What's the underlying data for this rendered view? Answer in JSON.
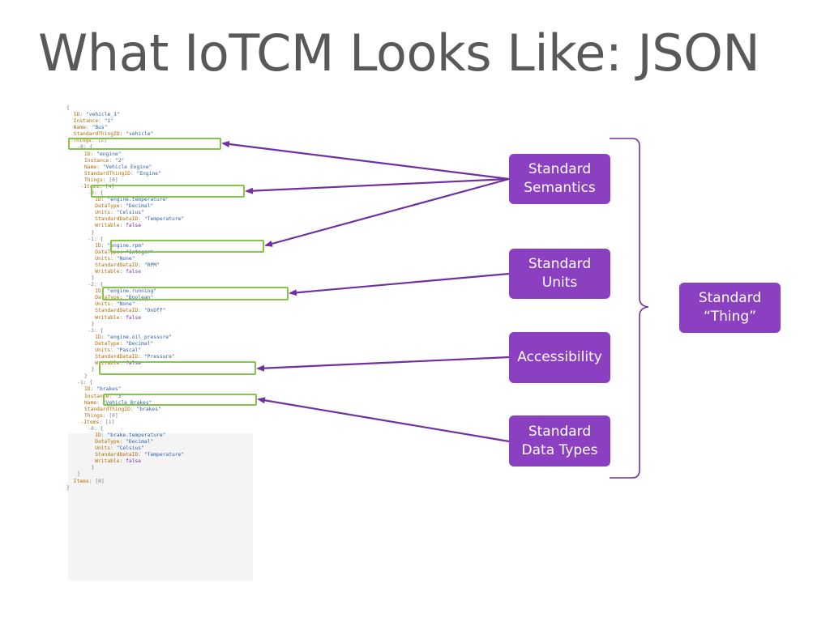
{
  "slide": {
    "title": "What IoTCM Looks Like: JSON"
  },
  "code_lines": [
    {
      "indent": 0,
      "parts": [
        {
          "t": "{",
          "c": "p"
        }
      ]
    },
    {
      "indent": 2,
      "parts": [
        {
          "t": "ID",
          "c": "k"
        },
        {
          "t": ": ",
          "c": "p"
        },
        {
          "t": "\"vehicle_1\"",
          "c": "s"
        }
      ]
    },
    {
      "indent": 2,
      "parts": [
        {
          "t": "Instance",
          "c": "k"
        },
        {
          "t": ": ",
          "c": "p"
        },
        {
          "t": "\"1\"",
          "c": "s"
        }
      ]
    },
    {
      "indent": 2,
      "parts": [
        {
          "t": "Name",
          "c": "k"
        },
        {
          "t": ": ",
          "c": "p"
        },
        {
          "t": "\"Bus\"",
          "c": "s"
        }
      ]
    },
    {
      "indent": 2,
      "parts": [
        {
          "t": "StandardThingID",
          "c": "k"
        },
        {
          "t": ": ",
          "c": "p"
        },
        {
          "t": "\"vehicle\"",
          "c": "s"
        }
      ]
    },
    {
      "indent": 1,
      "parts": [
        {
          "t": "-Things",
          "c": "k"
        },
        {
          "t": ": [2]",
          "c": "p"
        }
      ]
    },
    {
      "indent": 3,
      "parts": [
        {
          "t": "-0: {",
          "c": "p"
        }
      ]
    },
    {
      "indent": 5,
      "parts": [
        {
          "t": "ID",
          "c": "k"
        },
        {
          "t": ": ",
          "c": "p"
        },
        {
          "t": "\"engine\"",
          "c": "s"
        }
      ]
    },
    {
      "indent": 5,
      "parts": [
        {
          "t": "Instance",
          "c": "k"
        },
        {
          "t": ": ",
          "c": "p"
        },
        {
          "t": "\"2\"",
          "c": "s"
        }
      ]
    },
    {
      "indent": 5,
      "parts": [
        {
          "t": "Name",
          "c": "k"
        },
        {
          "t": ": ",
          "c": "p"
        },
        {
          "t": "\"Vehicle Engine\"",
          "c": "s"
        }
      ]
    },
    {
      "indent": 5,
      "parts": [
        {
          "t": "StandardThingID",
          "c": "k"
        },
        {
          "t": ": ",
          "c": "p"
        },
        {
          "t": "\"Engine\"",
          "c": "s"
        }
      ]
    },
    {
      "indent": 5,
      "parts": [
        {
          "t": "Things",
          "c": "k"
        },
        {
          "t": ": [0]",
          "c": "p"
        }
      ]
    },
    {
      "indent": 4,
      "parts": [
        {
          "t": "-Items",
          "c": "k"
        },
        {
          "t": ": [4]",
          "c": "p"
        }
      ]
    },
    {
      "indent": 6,
      "parts": [
        {
          "t": "-0: {",
          "c": "p"
        }
      ]
    },
    {
      "indent": 8,
      "parts": [
        {
          "t": "ID",
          "c": "k"
        },
        {
          "t": ": ",
          "c": "p"
        },
        {
          "t": "\"engine.temperature\"",
          "c": "s"
        }
      ]
    },
    {
      "indent": 8,
      "parts": [
        {
          "t": "DataType",
          "c": "k"
        },
        {
          "t": ": ",
          "c": "p"
        },
        {
          "t": "\"Decimal\"",
          "c": "s"
        }
      ]
    },
    {
      "indent": 8,
      "parts": [
        {
          "t": "Units",
          "c": "k"
        },
        {
          "t": ": ",
          "c": "p"
        },
        {
          "t": "\"Celsius\"",
          "c": "s"
        }
      ]
    },
    {
      "indent": 8,
      "parts": [
        {
          "t": "StandardDataID",
          "c": "k"
        },
        {
          "t": ": ",
          "c": "p"
        },
        {
          "t": "\"Temperature\"",
          "c": "s"
        }
      ]
    },
    {
      "indent": 8,
      "parts": [
        {
          "t": "Writable",
          "c": "k"
        },
        {
          "t": ": ",
          "c": "p"
        },
        {
          "t": "false",
          "c": "b"
        }
      ]
    },
    {
      "indent": 7,
      "parts": [
        {
          "t": "}",
          "c": "p"
        }
      ]
    },
    {
      "indent": 6,
      "parts": [
        {
          "t": "-1: {",
          "c": "p"
        }
      ]
    },
    {
      "indent": 8,
      "parts": [
        {
          "t": "ID",
          "c": "k"
        },
        {
          "t": ": ",
          "c": "p"
        },
        {
          "t": "\"engine.rpm\"",
          "c": "s"
        }
      ]
    },
    {
      "indent": 8,
      "parts": [
        {
          "t": "DataType",
          "c": "k"
        },
        {
          "t": ": ",
          "c": "p"
        },
        {
          "t": "\"Integer\"",
          "c": "s"
        }
      ]
    },
    {
      "indent": 8,
      "parts": [
        {
          "t": "Units",
          "c": "k"
        },
        {
          "t": ": ",
          "c": "p"
        },
        {
          "t": "\"None\"",
          "c": "s"
        }
      ]
    },
    {
      "indent": 8,
      "parts": [
        {
          "t": "StandardDataID",
          "c": "k"
        },
        {
          "t": ": ",
          "c": "p"
        },
        {
          "t": "\"RPM\"",
          "c": "s"
        }
      ]
    },
    {
      "indent": 8,
      "parts": [
        {
          "t": "Writable",
          "c": "k"
        },
        {
          "t": ": ",
          "c": "p"
        },
        {
          "t": "false",
          "c": "b"
        }
      ]
    },
    {
      "indent": 7,
      "parts": [
        {
          "t": "}",
          "c": "p"
        }
      ]
    },
    {
      "indent": 6,
      "parts": [
        {
          "t": "-2: {",
          "c": "p"
        }
      ]
    },
    {
      "indent": 8,
      "parts": [
        {
          "t": "ID",
          "c": "k"
        },
        {
          "t": ": ",
          "c": "p"
        },
        {
          "t": "\"engine.running\"",
          "c": "s"
        }
      ]
    },
    {
      "indent": 8,
      "parts": [
        {
          "t": "DataType",
          "c": "k"
        },
        {
          "t": ": ",
          "c": "p"
        },
        {
          "t": "\"Boolean\"",
          "c": "s"
        }
      ]
    },
    {
      "indent": 8,
      "parts": [
        {
          "t": "Units",
          "c": "k"
        },
        {
          "t": ": ",
          "c": "p"
        },
        {
          "t": "\"None\"",
          "c": "s"
        }
      ]
    },
    {
      "indent": 8,
      "parts": [
        {
          "t": "StandardDataID",
          "c": "k"
        },
        {
          "t": ": ",
          "c": "p"
        },
        {
          "t": "\"OnOff\"",
          "c": "s"
        }
      ]
    },
    {
      "indent": 8,
      "parts": [
        {
          "t": "Writable",
          "c": "k"
        },
        {
          "t": ": ",
          "c": "p"
        },
        {
          "t": "false",
          "c": "b"
        }
      ]
    },
    {
      "indent": 7,
      "parts": [
        {
          "t": "}",
          "c": "p"
        }
      ]
    },
    {
      "indent": 6,
      "parts": [
        {
          "t": "-3: {",
          "c": "p"
        }
      ]
    },
    {
      "indent": 8,
      "parts": [
        {
          "t": "ID",
          "c": "k"
        },
        {
          "t": ": ",
          "c": "p"
        },
        {
          "t": "\"engine.oil_pressure\"",
          "c": "s"
        }
      ]
    },
    {
      "indent": 8,
      "parts": [
        {
          "t": "DataType",
          "c": "k"
        },
        {
          "t": ": ",
          "c": "p"
        },
        {
          "t": "\"Decimal\"",
          "c": "s"
        }
      ]
    },
    {
      "indent": 8,
      "parts": [
        {
          "t": "Units",
          "c": "k"
        },
        {
          "t": ": ",
          "c": "p"
        },
        {
          "t": "\"Pascal\"",
          "c": "s"
        }
      ]
    },
    {
      "indent": 8,
      "parts": [
        {
          "t": "StandardDataID",
          "c": "k"
        },
        {
          "t": ": ",
          "c": "p"
        },
        {
          "t": "\"Pressure\"",
          "c": "s"
        }
      ]
    },
    {
      "indent": 8,
      "parts": [
        {
          "t": "Writable",
          "c": "k"
        },
        {
          "t": ": ",
          "c": "p"
        },
        {
          "t": "false",
          "c": "b"
        }
      ]
    },
    {
      "indent": 7,
      "parts": [
        {
          "t": "}",
          "c": "p"
        }
      ]
    },
    {
      "indent": 5,
      "parts": [
        {
          "t": "}",
          "c": "p"
        }
      ]
    },
    {
      "indent": 3,
      "parts": [
        {
          "t": "-1: {",
          "c": "p"
        }
      ]
    },
    {
      "indent": 5,
      "parts": [
        {
          "t": "ID",
          "c": "k"
        },
        {
          "t": ": ",
          "c": "p"
        },
        {
          "t": "\"brakes\"",
          "c": "s"
        }
      ]
    },
    {
      "indent": 5,
      "parts": [
        {
          "t": "Instance",
          "c": "k"
        },
        {
          "t": ": ",
          "c": "p"
        },
        {
          "t": "\"3\"",
          "c": "s"
        }
      ]
    },
    {
      "indent": 5,
      "parts": [
        {
          "t": "Name",
          "c": "k"
        },
        {
          "t": ": ",
          "c": "p"
        },
        {
          "t": "\"Vehicle Brakes\"",
          "c": "s"
        }
      ]
    },
    {
      "indent": 5,
      "parts": [
        {
          "t": "StandardThingID",
          "c": "k"
        },
        {
          "t": ": ",
          "c": "p"
        },
        {
          "t": "\"brakes\"",
          "c": "s"
        }
      ]
    },
    {
      "indent": 5,
      "parts": [
        {
          "t": "Things",
          "c": "k"
        },
        {
          "t": ": [0]",
          "c": "p"
        }
      ]
    },
    {
      "indent": 4,
      "parts": [
        {
          "t": "-Items",
          "c": "k"
        },
        {
          "t": ": [1]",
          "c": "p"
        }
      ]
    },
    {
      "indent": 6,
      "parts": [
        {
          "t": "-0: {",
          "c": "p"
        }
      ]
    },
    {
      "indent": 8,
      "parts": [
        {
          "t": "ID",
          "c": "k"
        },
        {
          "t": ": ",
          "c": "p"
        },
        {
          "t": "\"brake.temperature\"",
          "c": "s"
        }
      ]
    },
    {
      "indent": 8,
      "parts": [
        {
          "t": "DataType",
          "c": "k"
        },
        {
          "t": ": ",
          "c": "p"
        },
        {
          "t": "\"Decimal\"",
          "c": "s"
        }
      ]
    },
    {
      "indent": 8,
      "parts": [
        {
          "t": "Units",
          "c": "k"
        },
        {
          "t": ": ",
          "c": "p"
        },
        {
          "t": "\"Celsius\"",
          "c": "s"
        }
      ]
    },
    {
      "indent": 8,
      "parts": [
        {
          "t": "StandardDataID",
          "c": "k"
        },
        {
          "t": ": ",
          "c": "p"
        },
        {
          "t": "\"Temperature\"",
          "c": "s"
        }
      ]
    },
    {
      "indent": 8,
      "parts": [
        {
          "t": "Writable",
          "c": "k"
        },
        {
          "t": ": ",
          "c": "p"
        },
        {
          "t": "false",
          "c": "b"
        }
      ]
    },
    {
      "indent": 7,
      "parts": [
        {
          "t": "}",
          "c": "p"
        }
      ]
    },
    {
      "indent": 3,
      "parts": [
        {
          "t": "}",
          "c": "p"
        }
      ]
    },
    {
      "indent": 2,
      "parts": [
        {
          "t": "Items",
          "c": "k"
        },
        {
          "t": ": [0]",
          "c": "p"
        }
      ]
    },
    {
      "indent": 0,
      "parts": [
        {
          "t": "}",
          "c": "p"
        }
      ]
    }
  ],
  "callouts": {
    "semantics": {
      "line1": "Standard",
      "line2": "Semantics"
    },
    "units": {
      "line1": "Standard",
      "line2": "Units"
    },
    "accessibility": {
      "line1": "Accessibility"
    },
    "datatypes": {
      "line1": "Standard",
      "line2": "Data Types"
    },
    "thing": {
      "line1": "Standard",
      "line2": "“Thing”"
    }
  },
  "colors": {
    "callout": "#8b3fc1",
    "arrow": "#7030a0",
    "highlight": "#86c34c",
    "title": "#595959"
  }
}
